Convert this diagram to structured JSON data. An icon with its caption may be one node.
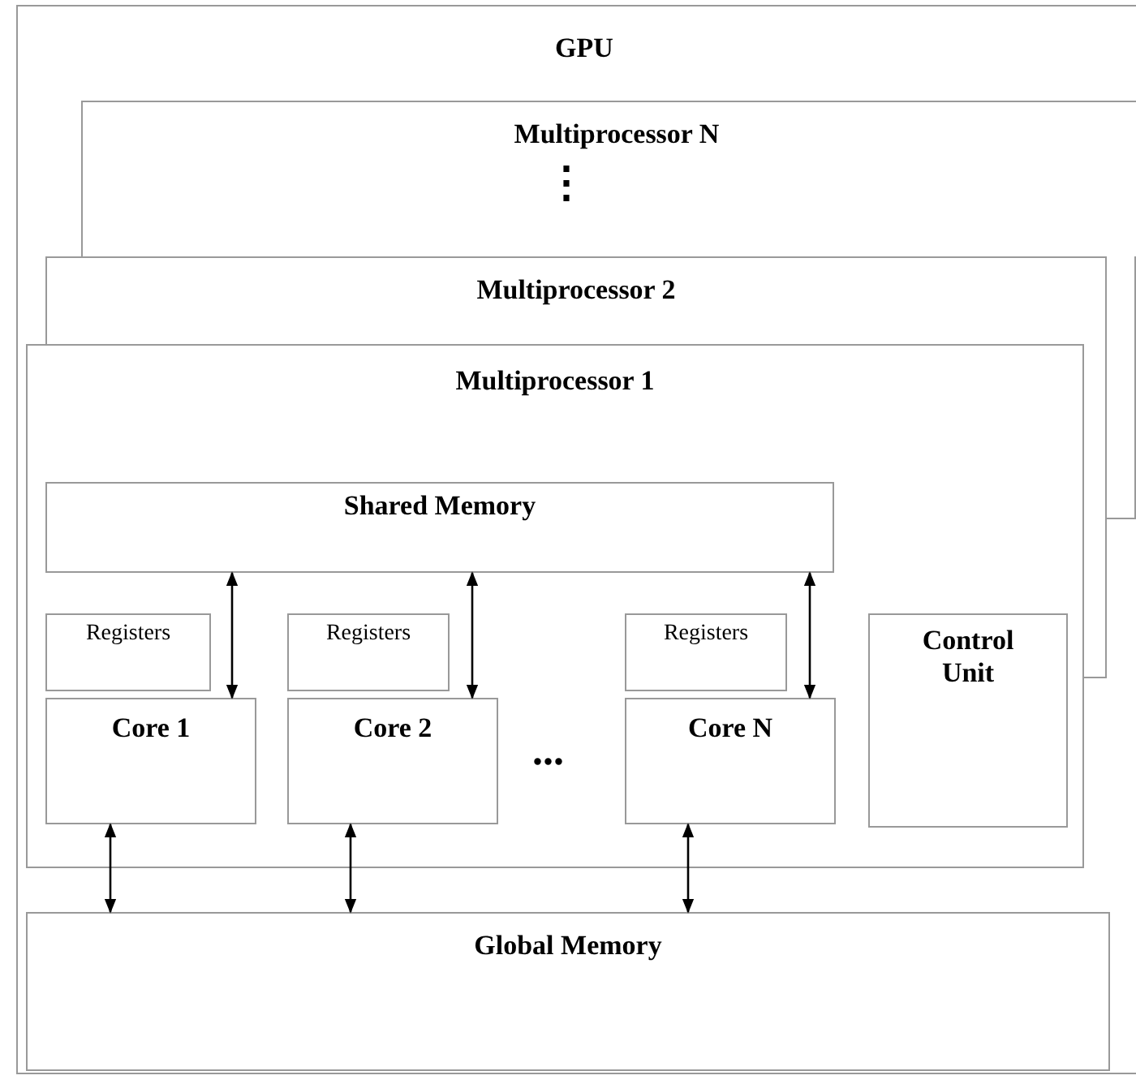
{
  "diagram": {
    "nodes": [
      {
        "text": [
          "GPU"
        ]
      },
      {
        "text": [
          "Multiprocessor N"
        ],
        "in": 0
      },
      {
        "text": [
          "Multiprocessor 2"
        ],
        "in": 0
      },
      {
        "text": [
          "Multiprocessor 1"
        ],
        "in": 0
      },
      {
        "text": [
          "Shared Memory"
        ],
        "in": 3
      },
      {
        "text": [
          "Registers"
        ],
        "in": 3
      },
      {
        "text": [
          "Core 1"
        ],
        "in": 3
      },
      {
        "text": [
          "Registers"
        ],
        "in": 3
      },
      {
        "text": [
          "Core 2"
        ],
        "in": 3
      },
      {
        "text": [
          "Registers"
        ],
        "in": 3
      },
      {
        "text": [
          "Core N"
        ],
        "in": 3
      },
      {
        "text": [
          "Control Unit"
        ],
        "in": 3
      },
      {
        "text": [
          "Global Memory"
        ],
        "in": 0
      }
    ],
    "edges": [
      {
        "from": 4,
        "to": 6,
        "arrow": "both"
      },
      {
        "from": 4,
        "to": 8,
        "arrow": "both"
      },
      {
        "from": 4,
        "to": 10,
        "arrow": "both"
      },
      {
        "from": 6,
        "to": 12,
        "arrow": "both"
      },
      {
        "from": 8,
        "to": 12,
        "arrow": "both"
      },
      {
        "from": 10,
        "to": 12,
        "arrow": "both"
      }
    ],
    "labels": [
      "⋮",
      "..."
    ]
  }
}
